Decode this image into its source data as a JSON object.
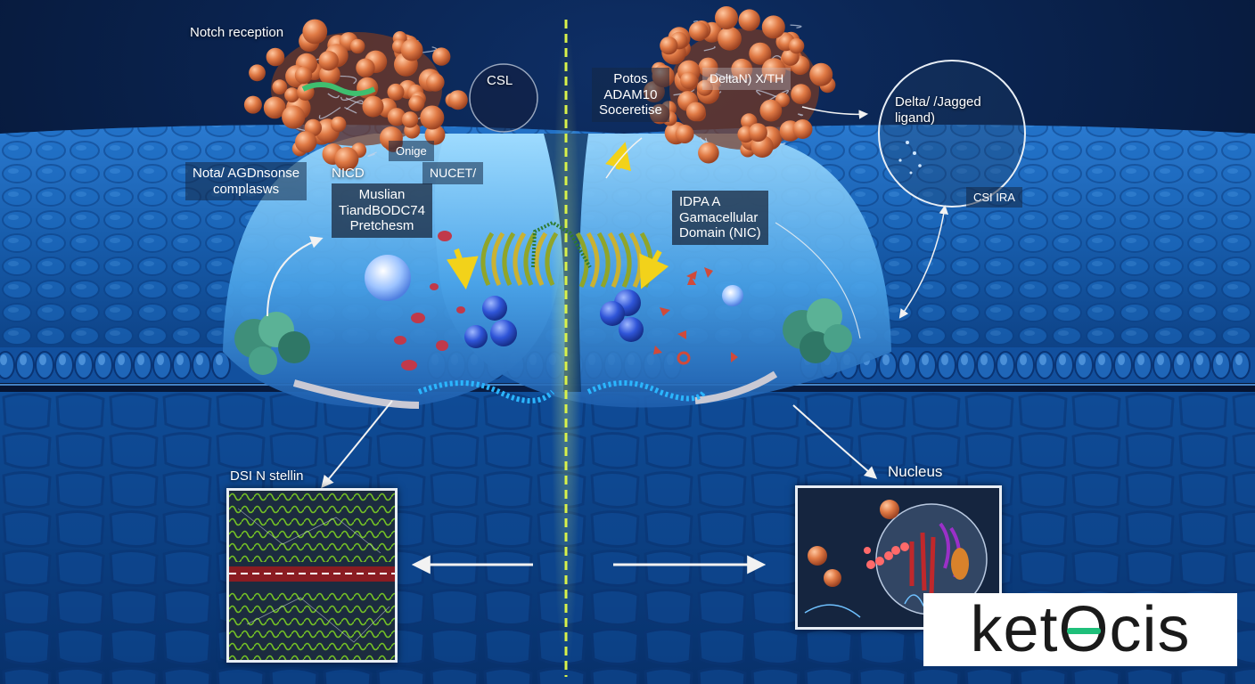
{
  "labels": {
    "notch_reception": "Notch reception",
    "csl_top": "CSL",
    "potos_block": "Potos\nADAM10\nSoceretise",
    "delta_x": "DeltaN) X/TH",
    "delta_jagged": "Delta/ /Jagged\nligand)",
    "onige": "Onige",
    "nota_complex": "Nota/ AGDnsonse\ncomplasws",
    "nicd": "NICD",
    "nucet": "NUCET/",
    "muslian_block": "Muslian\nTiandBODC74\nPretchesm",
    "idpa_block": "IDPA A\nGamacellular\nDomain (NIC)",
    "csl_right": "CSI IRA",
    "dsl_stellin": "DSI N stellin",
    "nucleus": "Nucleus"
  },
  "logo": {
    "prefix": "ket",
    "o": "O",
    "suffix": "cis",
    "accent_color": "#1fbf7a"
  },
  "colors": {
    "background": "#0a2a5c",
    "membrane": "#2c7fcf",
    "protein": "#d8744a",
    "divider": "#d9f24a",
    "arrow": "#f2f2f2",
    "highlight": "#f2d21a"
  }
}
